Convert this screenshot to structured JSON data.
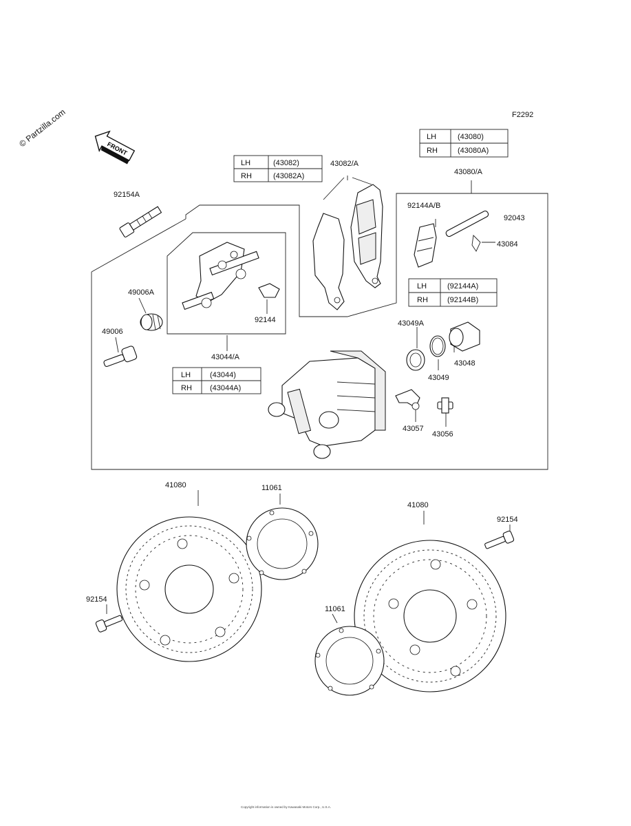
{
  "watermark": "© Partzilla.com",
  "figure_code": "F2292",
  "front_arrow_label": "FRONT",
  "tables": {
    "t43082": [
      [
        "LH",
        "(43082)"
      ],
      [
        "RH",
        "(43082A)"
      ]
    ],
    "t43080": [
      [
        "LH",
        "(43080)"
      ],
      [
        "RH",
        "(43080A)"
      ]
    ],
    "t92144": [
      [
        "LH",
        "(92144A)"
      ],
      [
        "RH",
        "(92144B)"
      ]
    ],
    "t43044": [
      [
        "LH",
        "(43044)"
      ],
      [
        "RH",
        "(43044A)"
      ]
    ]
  },
  "part_labels": {
    "p92154A": "92154A",
    "p43082A": "43082/A",
    "p43080A": "43080/A",
    "p92144AB": "92144A/B",
    "p92043": "92043",
    "p43084": "43084",
    "p49006A": "49006A",
    "p92144": "92144",
    "p49006": "49006",
    "p43044A": "43044/A",
    "p43049A": "43049A",
    "p43048": "43048",
    "p43049": "43049",
    "p43057": "43057",
    "p43056": "43056",
    "p41080_left": "41080",
    "p11061_top": "11061",
    "p41080_right": "41080",
    "p92154_right": "92154",
    "p92154_left": "92154",
    "p11061_bottom": "11061"
  },
  "footer_text": "Copyright information is owned by Kawasaki Motors Corp., U.S.A."
}
